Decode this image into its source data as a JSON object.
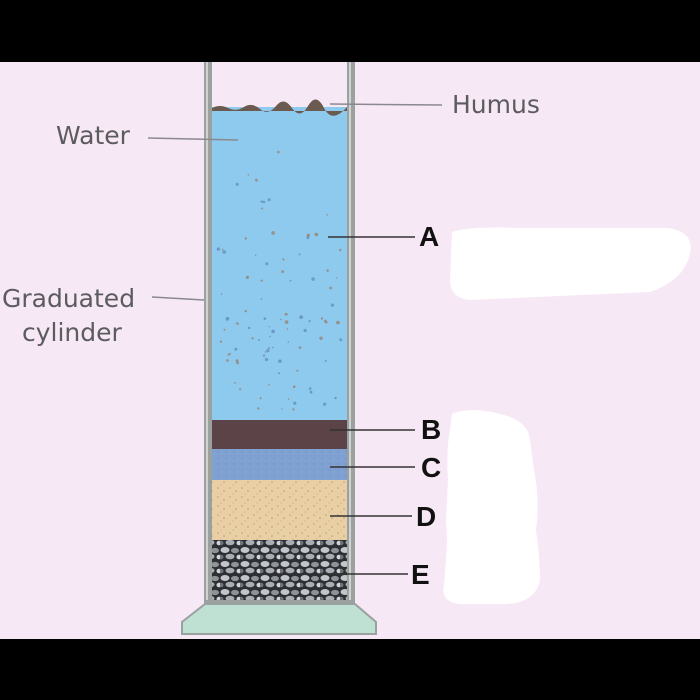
{
  "labels": {
    "water": "Water",
    "humus": "Humus",
    "graduated_line1": "Graduated",
    "graduated_line2": "cylinder"
  },
  "letters": [
    "A",
    "B",
    "C",
    "D",
    "E"
  ],
  "colors": {
    "background": "#f7e8f5",
    "band": "#000000",
    "water": "#8ec9ee",
    "clay": "#5b4348",
    "silt": "#7ea1d1",
    "sand": "#e9cfa6",
    "gravel": "#2e2f33",
    "base": "#bfe1d3",
    "glass": "#9aa19f"
  }
}
